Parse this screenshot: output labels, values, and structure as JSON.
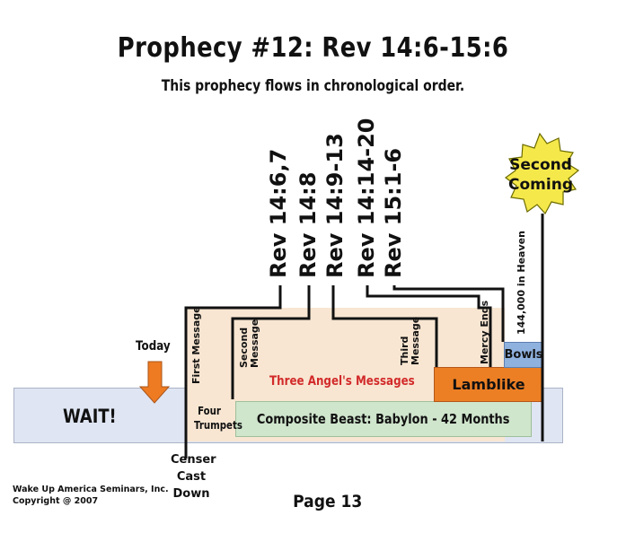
{
  "title": "Prophecy #12:  Rev 14:6-15:6",
  "subtitle": "This prophecy flows in chronological order.",
  "rev_labels": [
    "Rev 14:6,7",
    "Rev 14:8",
    "Rev 14:9-13",
    "Rev 14:14-20",
    "Rev 15:1-6"
  ],
  "second_coming": [
    "Second",
    "Coming"
  ],
  "wait": "WAIT!",
  "today": "Today",
  "first_message": "First Message",
  "second_message": [
    "Second",
    "Message"
  ],
  "third_message": [
    "Third",
    "Message"
  ],
  "mercy_ends": "Mercy Ends",
  "heaven": "144,000 in Heaven",
  "three_angels": "Three Angel's Messages",
  "lamblike": "Lamblike",
  "bowls": "Bowls",
  "beast": "Composite Beast:  Babylon - 42 Months",
  "four_trumpets": [
    "Four",
    "Trumpets"
  ],
  "censer": [
    "Censer",
    "Cast",
    "Down"
  ],
  "credit": [
    "Wake Up America Seminars, Inc.",
    "Copyright @ 2007"
  ],
  "page": "Page 13",
  "colors": {
    "wait_band": "#dfe5f2",
    "peach": "#f8e6d2",
    "beast": "#cfe5cc",
    "lamblike": "#ec7f24",
    "bowls": "#8fb1de",
    "arrow": "#ee7b22",
    "star": "#f5e84a",
    "red_text": "#d22a2a"
  }
}
